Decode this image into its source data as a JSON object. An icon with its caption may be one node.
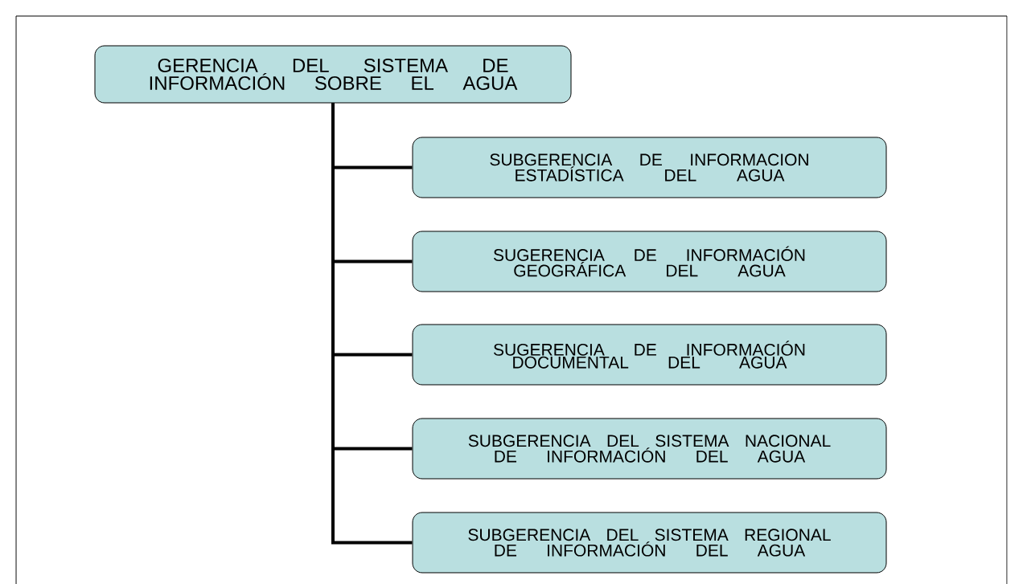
{
  "diagram": {
    "nodes": [
      {
        "text": [
          "GERENCIA DEL SISTEMA DE INFORMACIÓN SOBRE EL AGUA"
        ]
      },
      {
        "text": [
          "SUBGERENCIA DE INFORMACION ESTADÍSTICA DEL AGUA"
        ]
      },
      {
        "text": [
          "SUGERENCIA DE INFORMACIÓN GEOGRÁFICA DEL AGUA"
        ]
      },
      {
        "text": [
          "SUGERENCIA DE INFORMACIÓN DOCUMENTAL DEL AGUA"
        ]
      },
      {
        "text": [
          "SUBGERENCIA DEL SISTEMA NACIONAL DE INFORMACIÓN DEL AGUA"
        ]
      },
      {
        "text": [
          "SUBGERENCIA DEL SISTEMA REGIONAL DE INFORMACIÓN DEL AGUA"
        ]
      }
    ],
    "edges": [
      {
        "from": 0,
        "to": 1,
        "arrow": "none"
      },
      {
        "from": 0,
        "to": 2,
        "arrow": "none"
      },
      {
        "from": 0,
        "to": 3,
        "arrow": "none"
      },
      {
        "from": 0,
        "to": 4,
        "arrow": "none"
      },
      {
        "from": 0,
        "to": 5,
        "arrow": "none"
      }
    ]
  }
}
